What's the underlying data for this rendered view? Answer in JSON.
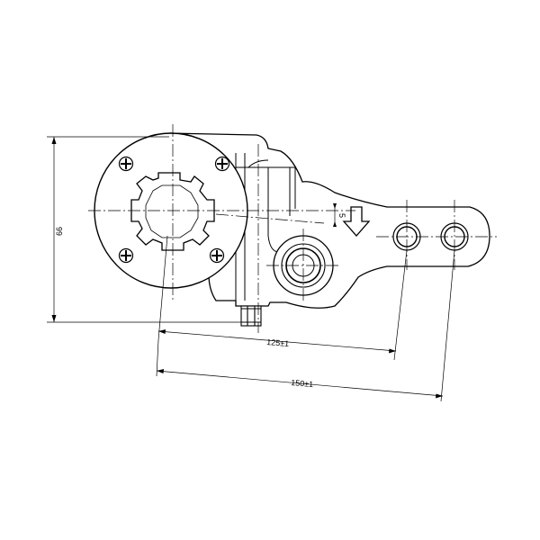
{
  "drawing": {
    "subject": "slack-adjuster",
    "line_color": "#000000",
    "background": "#ffffff"
  },
  "dimensions": {
    "height": "66",
    "offset": "5",
    "hole_near": "125±1",
    "hole_far": "150±1"
  }
}
